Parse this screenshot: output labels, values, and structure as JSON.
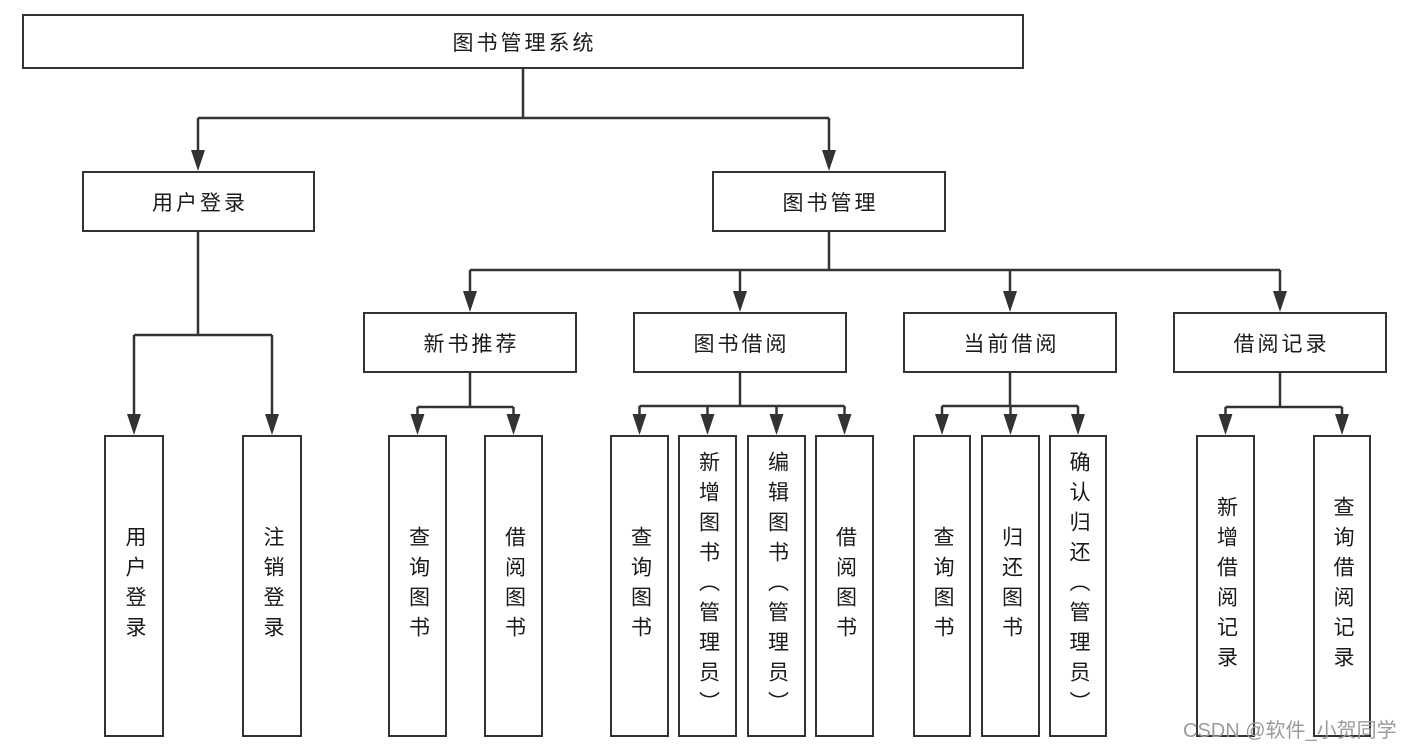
{
  "root": {
    "label": "图书管理系统",
    "children": [
      {
        "label": "用户登录",
        "children": [
          {
            "label": "用户登录"
          },
          {
            "label": "注销登录"
          }
        ]
      },
      {
        "label": "图书管理",
        "children": [
          {
            "label": "新书推荐",
            "children": [
              {
                "label": "查询图书"
              },
              {
                "label": "借阅图书"
              }
            ]
          },
          {
            "label": "图书借阅",
            "children": [
              {
                "label": "查询图书"
              },
              {
                "label": "新增图书（管理员）"
              },
              {
                "label": "编辑图书（管理员）"
              },
              {
                "label": "借阅图书"
              }
            ]
          },
          {
            "label": "当前借阅",
            "children": [
              {
                "label": "查询图书"
              },
              {
                "label": "归还图书"
              },
              {
                "label": "确认归还（管理员）"
              }
            ]
          },
          {
            "label": "借阅记录",
            "children": [
              {
                "label": "新增借阅记录"
              },
              {
                "label": "查询借阅记录"
              }
            ]
          }
        ]
      }
    ]
  },
  "watermark": "CSDN @软件_小贺同学",
  "colors": {
    "line": "#333333",
    "box_border": "#333333",
    "box_fill": "#ffffff",
    "text": "#1a1a1a",
    "watermark": "#9b9b9b"
  }
}
